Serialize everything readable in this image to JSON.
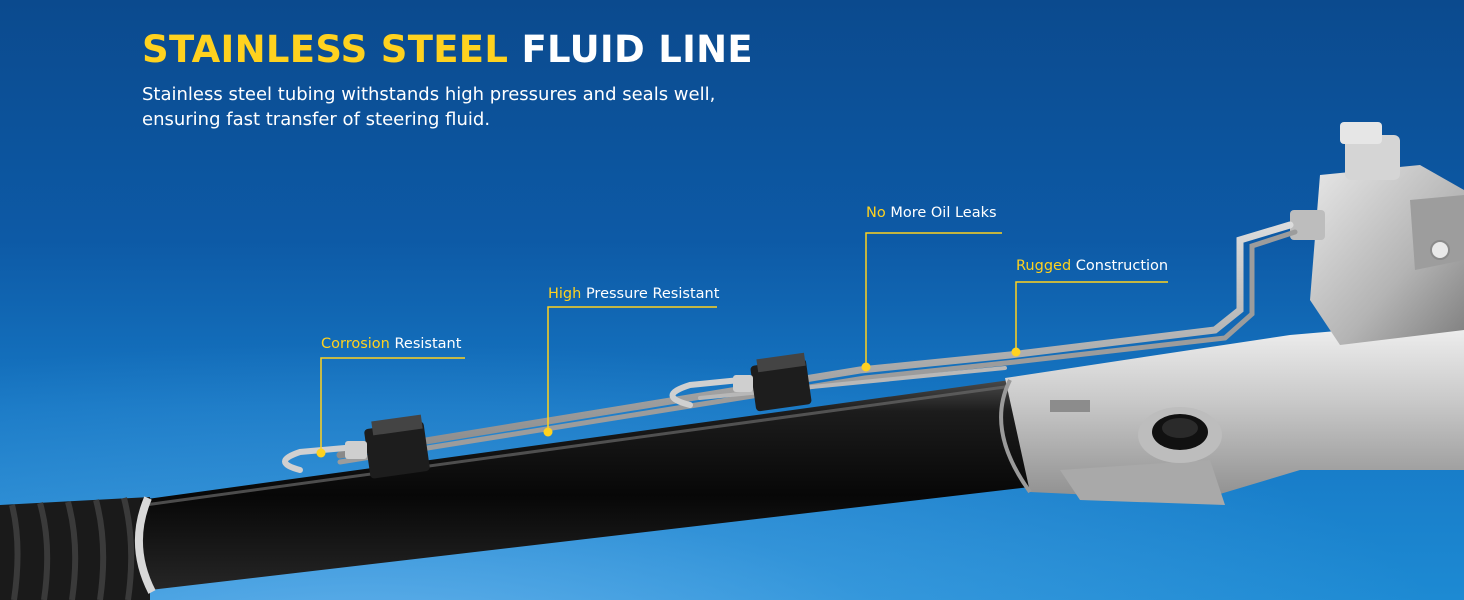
{
  "header": {
    "title_accent": "STAINLESS STEEL",
    "title_rest": "FLUID LINE",
    "subtitle_line1": "Stainless steel tubing withstands high pressures and seals well,",
    "subtitle_line2": "ensuring fast transfer of steering fluid."
  },
  "callouts": [
    {
      "highlight": "Corrosion",
      "text": "Resistant"
    },
    {
      "highlight": "High",
      "text": "Pressure Resistant"
    },
    {
      "highlight": "No",
      "text": "More Oil Leaks"
    },
    {
      "highlight": "Rugged",
      "text": "Construction"
    }
  ],
  "colors": {
    "accent": "#ffd21f",
    "background": "#0d5aa6",
    "text": "#ffffff"
  }
}
